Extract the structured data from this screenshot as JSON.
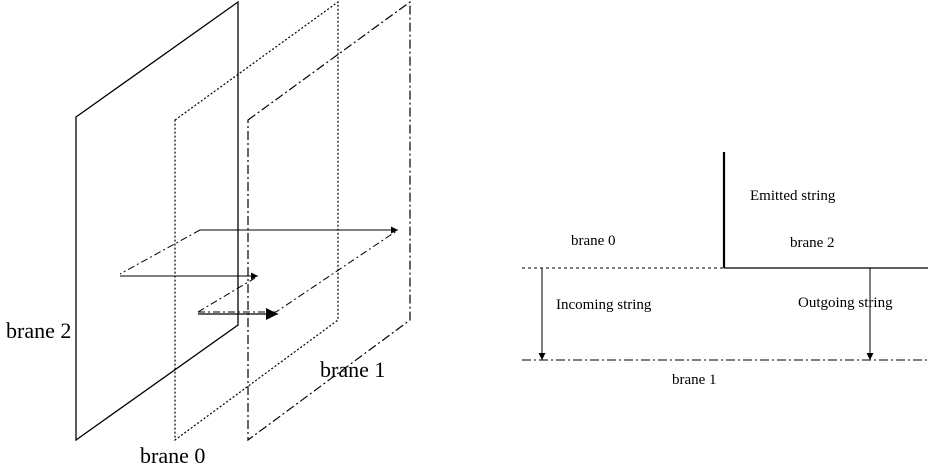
{
  "left_diagram": {
    "labels": {
      "brane_2": "brane 2",
      "brane_1": "brane 1",
      "brane_0": "brane 0"
    }
  },
  "right_diagram": {
    "labels": {
      "emitted_string": "Emitted string",
      "brane_0": "brane 0",
      "brane_2": "brane 2",
      "incoming_string": "Incoming string",
      "outgoing_string": "Outgoing string",
      "brane_1": "brane 1"
    }
  },
  "colors": {
    "stroke": "#000000",
    "background": "#ffffff"
  }
}
